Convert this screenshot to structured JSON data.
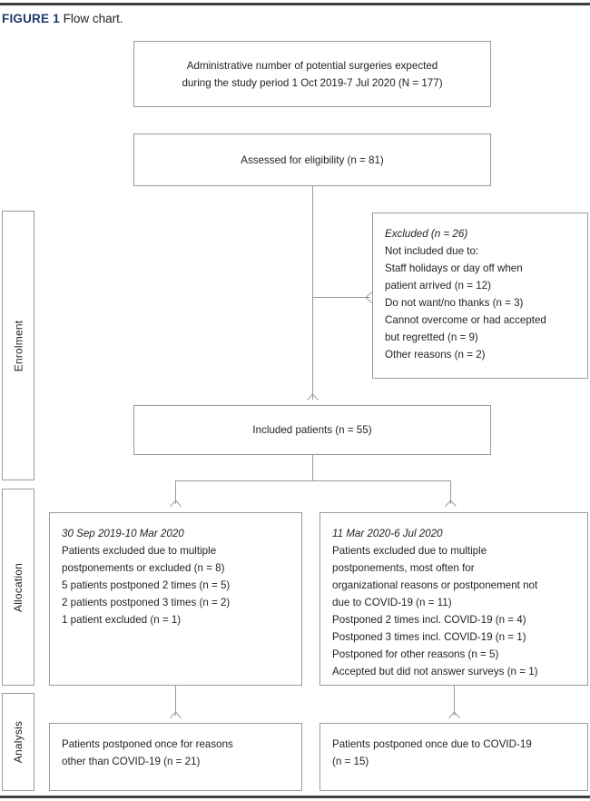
{
  "figure": {
    "number_label": "FIGURE 1",
    "caption": "Flow chart."
  },
  "stages": [
    {
      "label": "Enrolment"
    },
    {
      "label": "Allocation"
    },
    {
      "label": "Analysis"
    }
  ],
  "boxes": {
    "administrative": {
      "lines": [
        "Administrative number of potential surgeries expected",
        "during the study period 1 Oct 2019-7 Jul 2020 (N = 177)"
      ]
    },
    "assessed": {
      "lines": [
        "Assessed for eligibility (n = 81)"
      ]
    },
    "excluded": {
      "heading": "Excluded (n = 26)",
      "lines": [
        "Not included due to:",
        "Staff holidays or day off when",
        "patient arrived (n = 12)",
        "Do not want/no thanks (n = 3)",
        "Cannot overcome or had accepted",
        "but regretted (n = 9)",
        "Other reasons (n = 2)"
      ]
    },
    "included": {
      "lines": [
        "Included patients (n = 55)"
      ]
    },
    "allocation_left": {
      "heading": "30 Sep 2019-10 Mar 2020",
      "lines": [
        "Patients excluded due to multiple",
        "postponements or excluded (n = 8)",
        "5 patients postponed 2 times (n = 5)",
        "2 patients postponed 3 times (n = 2)",
        "1 patient excluded (n = 1)"
      ]
    },
    "allocation_right": {
      "heading": "11 Mar 2020-6 Jul 2020",
      "lines": [
        "Patients excluded due to multiple",
        "postponements, most often for",
        "organizational reasons or postponement not",
        "due to COVID-19 (n = 11)",
        "Postponed 2 times incl. COVID-19 (n = 4)",
        "Postponed 3 times incl. COVID-19 (n = 1)",
        "Postponed for other reasons (n = 5)",
        "Accepted but did not answer surveys (n = 1)"
      ]
    },
    "analysis_left": {
      "lines": [
        "Patients postponed once for reasons",
        "other than COVID-19 (n = 21)"
      ]
    },
    "analysis_right": {
      "lines": [
        "Patients postponed once due to COVID-19",
        "(n = 15)"
      ]
    }
  },
  "colors": {
    "accent": "#1d3a6b",
    "text": "#231f20",
    "box_border": "#9a9a9a",
    "rule": "#3f3f3f"
  }
}
